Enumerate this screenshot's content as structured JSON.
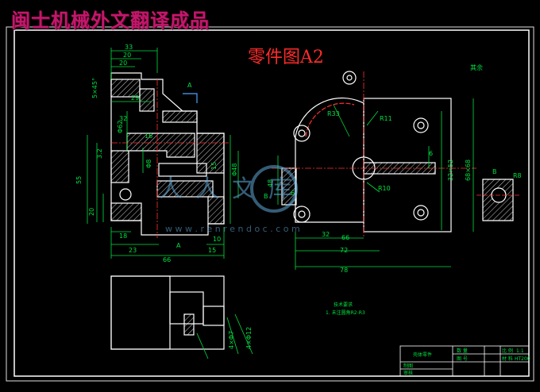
{
  "banner": "闽士机械外文翻译成品",
  "drawing_title": "零件图A2",
  "watermark": {
    "brand": "人人文库",
    "site": "w w w . r e n r e n d o c . c o m"
  },
  "roughness_note": "其余",
  "dims_left": {
    "d33": "33",
    "d20": "20",
    "d20b": "20",
    "d5x45": "5×45°",
    "d29": "29",
    "d32": "32",
    "d62": "Φ62",
    "d16": "16",
    "d33b": "3.2",
    "d55": "55",
    "d20c": "20",
    "d18": "18",
    "d23": "23",
    "d66": "66",
    "d15": "15",
    "d10": "10",
    "d48": "Φ48",
    "d15b": "15",
    "d8": "Φ8",
    "a": "A",
    "a2": "A"
  },
  "dims_right": {
    "r33": "R33",
    "r11": "R11",
    "r10": "R10",
    "d6": "6",
    "d48": "48",
    "d6b": "6",
    "d32": "32",
    "d66": "66",
    "d72": "72",
    "d78": "78",
    "d32x52": "32×52",
    "d68x68": "68×68",
    "r8": "R8",
    "b": "B",
    "b2": "B"
  },
  "dims_bottom": {
    "d4x6": "4×Φ7",
    "d4x12": "4×Φ12"
  },
  "notes": {
    "heading": "技术要求",
    "line1": "1. 未注圆角R2-R3"
  },
  "title_block": {
    "part_name": "壳体零件",
    "scale_label": "比 例",
    "scale_value": "1:1",
    "material_label": "材 料",
    "material_value": "HT200",
    "drawn_label": "制图",
    "checked_label": "审核",
    "qty_label": "数 量",
    "no_label": "图 号"
  }
}
